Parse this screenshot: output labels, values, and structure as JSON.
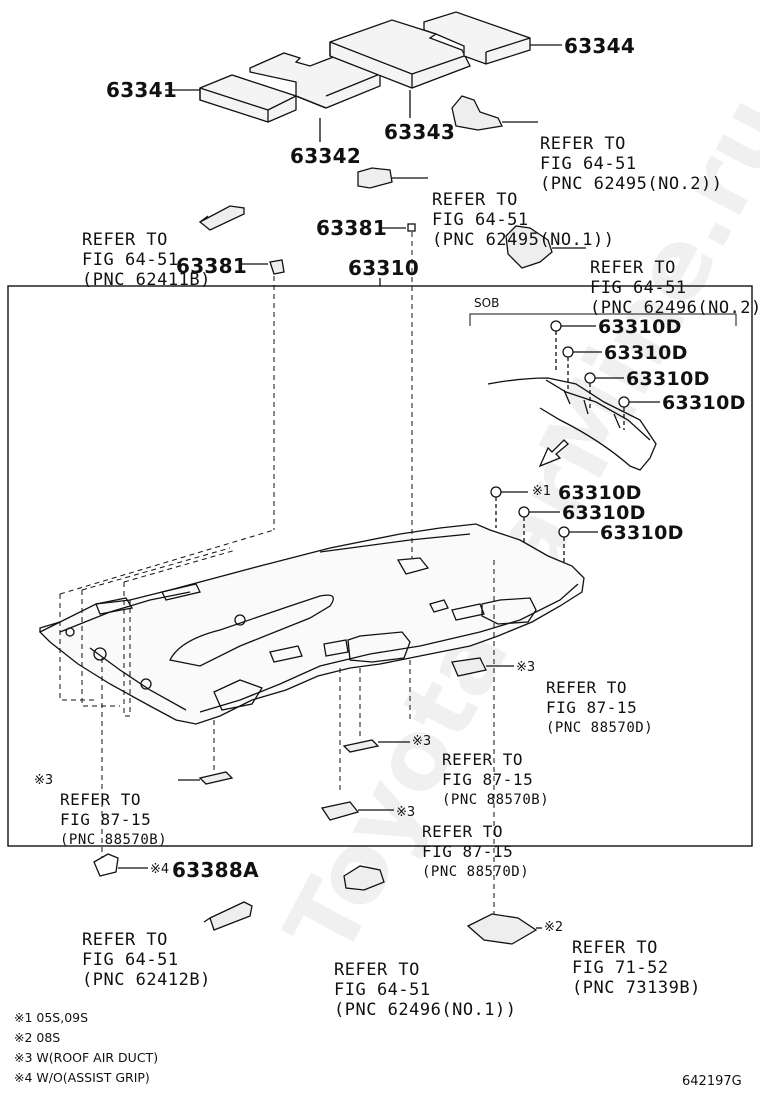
{
  "watermark": "ToyotaCarMine.ru",
  "parts": {
    "p63344": "63344",
    "p63341": "63341",
    "p63342": "63342",
    "p63343": "63343",
    "p63381a": "63381",
    "p63381b": "63381",
    "p63310": "63310",
    "p63310D": "63310D",
    "p63388A": "63388A"
  },
  "marks": {
    "m1": "※1",
    "m2": "※2",
    "m3": "※3",
    "m4": "※4"
  },
  "sob": "SOB",
  "refs": {
    "r1": [
      "REFER TO",
      "FIG 64-51",
      "(PNC 62495(NO.2))"
    ],
    "r2": [
      "REFER TO",
      "FIG 64-51",
      "(PNC 62495(NO.1))"
    ],
    "r3": [
      "REFER TO",
      "FIG 64-51",
      "(PNC 62411B)"
    ],
    "r4": [
      "REFER TO",
      "FIG 64-51",
      "(PNC 62496(NO.2))"
    ],
    "r5": [
      "REFER TO",
      "FIG 87-15",
      "(PNC 88570D)"
    ],
    "r6": [
      "REFER TO",
      "FIG 87-15",
      "(PNC 88570B)"
    ],
    "r7": [
      "REFER TO",
      "FIG 87-15",
      "(PNC 88570B)"
    ],
    "r8": [
      "REFER TO",
      "FIG 87-15",
      "(PNC 88570D)"
    ],
    "r9": [
      "REFER TO",
      "FIG 64-51",
      "(PNC 62412B)"
    ],
    "r10": [
      "REFER TO",
      "FIG 64-51",
      "(PNC 62496(NO.1))"
    ],
    "r11": [
      "REFER TO",
      "FIG 71-52",
      "(PNC 73139B)"
    ]
  },
  "notes": [
    "※1 05S,09S",
    "※2 08S",
    "※3 W(ROOF AIR DUCT)",
    "※4 W/O(ASSIST GRIP)"
  ],
  "figure_code": "642197G"
}
